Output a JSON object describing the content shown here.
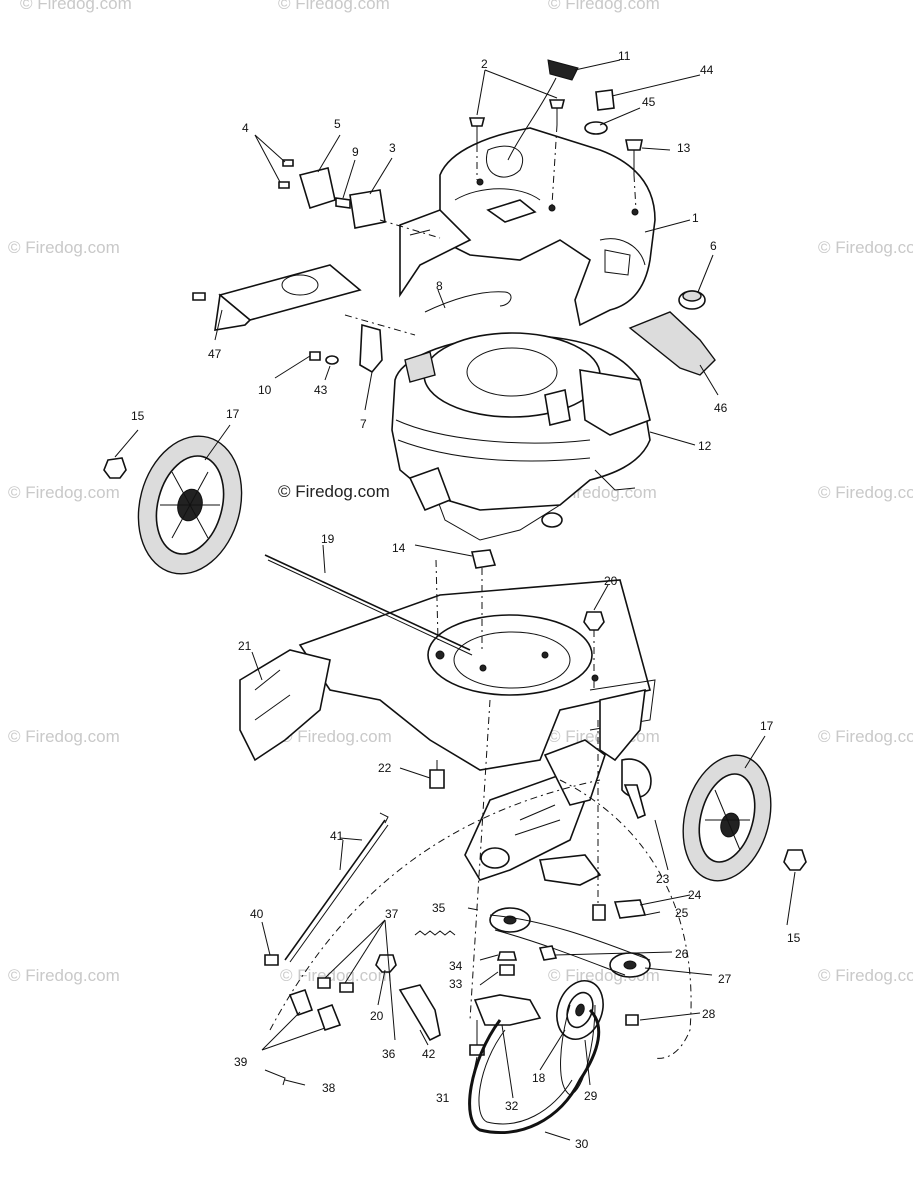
{
  "watermark": {
    "text": "© Firedog.com",
    "credit_text": "© Firedog.com"
  },
  "callouts": [
    "1",
    "2",
    "3",
    "4",
    "5",
    "6",
    "7",
    "8",
    "9",
    "10",
    "11",
    "12",
    "13",
    "14",
    "15",
    "15",
    "17",
    "17",
    "18",
    "19",
    "20",
    "20",
    "21",
    "22",
    "23",
    "24",
    "25",
    "26",
    "27",
    "28",
    "29",
    "30",
    "31",
    "32",
    "33",
    "34",
    "35",
    "36",
    "37",
    "38",
    "39",
    "40",
    "41",
    "42",
    "43",
    "44",
    "45",
    "46",
    "47"
  ],
  "colors": {
    "ink": "#111111",
    "watermark": "#c9c9c9"
  }
}
